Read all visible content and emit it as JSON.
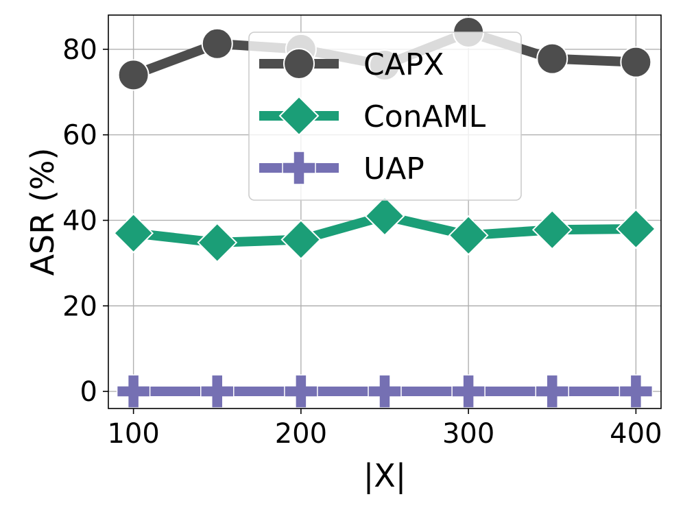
{
  "chart_data": {
    "type": "line",
    "xlabel": "|X|",
    "ylabel": "ASR (%)",
    "x": [
      100,
      150,
      200,
      250,
      300,
      350,
      400
    ],
    "xlim": [
      85,
      415
    ],
    "ylim": [
      -4,
      88
    ],
    "xticks": [
      "100",
      "200",
      "300",
      "400"
    ],
    "yticks": [
      "0",
      "20",
      "40",
      "60",
      "80"
    ],
    "grid": true,
    "legend": "top-center",
    "series": [
      {
        "name": "CAPX",
        "marker": "circle",
        "color": "#4d4d4d",
        "values": [
          74.0,
          81.3,
          80.0,
          76.3,
          84.0,
          77.8,
          77.0
        ]
      },
      {
        "name": "ConAML",
        "marker": "diamond",
        "color": "#1b9e77",
        "values": [
          37.0,
          34.8,
          35.5,
          41.0,
          36.5,
          37.8,
          38.0
        ]
      },
      {
        "name": "UAP",
        "marker": "plus",
        "color": "#7570b3",
        "values": [
          0.0,
          0.0,
          0.0,
          0.0,
          0.0,
          0.0,
          0.0
        ]
      }
    ]
  }
}
